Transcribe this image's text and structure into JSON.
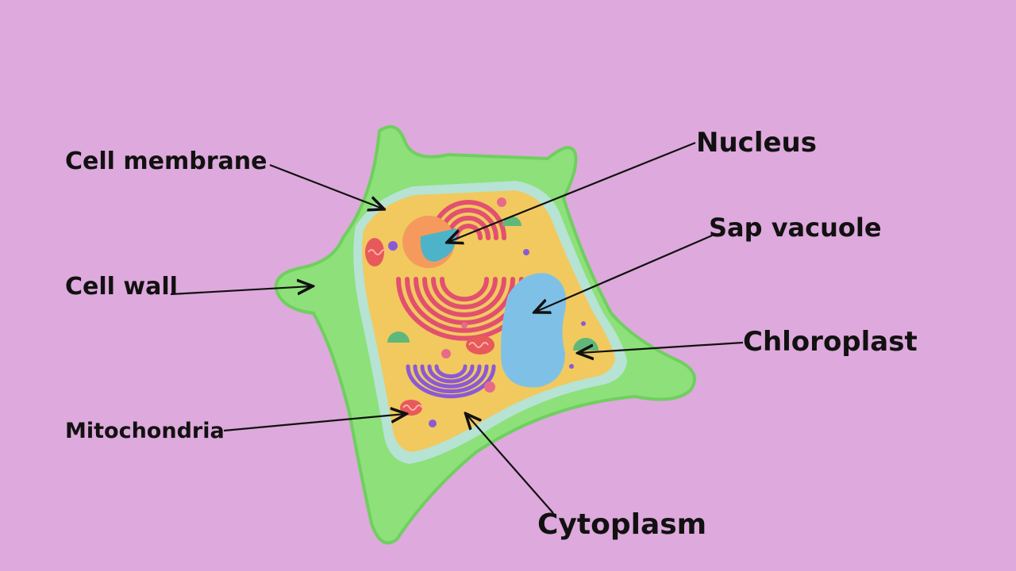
{
  "colors": {
    "background": "#dea9dc",
    "cell_wall": "#8ee07a",
    "cell_wall_dark": "#6fcf5f",
    "membrane": "#b6e3d4",
    "cytoplasm": "#f1c95f",
    "vacuole": "#7fc1e6",
    "nucleus": "#f59a5c",
    "nucleolus": "#4db3c9",
    "golgi_red": "#e2506f",
    "golgi_purple": "#8a5ad6",
    "mitochondria": "#e7595a",
    "chloroplast": "#5fb87a",
    "leader_line": "#111111"
  },
  "labels": {
    "cell_membrane": "Cell membrane",
    "nucleus": "Nucleus",
    "sap_vacuole": "Sap vacuole",
    "cell_wall": "Cell wall",
    "chloroplast": "Chloroplast",
    "mitochondria": "Mitochondria",
    "cytoplasm": "Cytoplasm"
  }
}
